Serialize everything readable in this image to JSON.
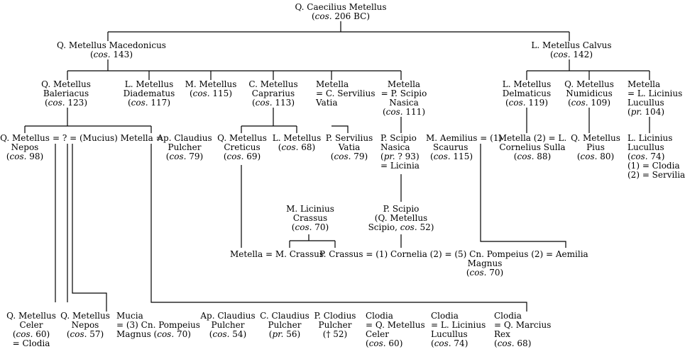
{
  "nodes": {
    "caecilius": [
      "Q. Caecilius Metellus",
      "(cos. 206 BC)"
    ],
    "macedonicus": [
      "Q. Metellus Macedonicus",
      "(cos. 143)"
    ],
    "calvus": [
      "L. Metellus Calvus",
      "(cos. 142)"
    ],
    "baleriacus": [
      "Q. Metellus",
      "Baleriacus",
      "(cos. 123)"
    ],
    "diadematus": [
      "L. Metellus",
      "Diadematus",
      "(cos. 117)"
    ],
    "m_metellus": [
      "M. Metellus",
      "(cos. 115)"
    ],
    "caprarius": [
      "C. Metellus",
      "Caprarius",
      "(cos. 113)"
    ],
    "metella_vatia": [
      "Metella",
      "= C. Servilius",
      "Vatia"
    ],
    "metella_nasica": [
      "Metella",
      "= P. Scipio",
      "Nasica",
      "(cos. 111)"
    ],
    "delmaticus": [
      "L. Metellus",
      "Delmaticus",
      "(cos. 119)"
    ],
    "numidicus": [
      "Q. Metellus",
      "Numidicus",
      "(cos. 109)"
    ],
    "metella_lucullus": [
      "Metella",
      "= L. Licinius",
      "Lucullus",
      "(pr. 104)"
    ],
    "nepos98": [
      "Q. Metellus",
      "Nepos",
      "(cos. 98)"
    ],
    "marriage_mucius": [
      "= ? = (Mucius) Metella ="
    ],
    "ap_claudius79": [
      "Ap. Claudius",
      "Pulcher",
      "(cos. 79)"
    ],
    "creticus": [
      "Q. Metellus",
      "Creticus",
      "(cos. 69)"
    ],
    "l_metellus68": [
      "L. Metellus",
      "(cos. 68)"
    ],
    "servilius_vatia": [
      "P. Servilius",
      "Vatia",
      "(cos. 79)"
    ],
    "scipio_nasica93": [
      "P. Scipio",
      "Nasica",
      "(pr. ? 93)",
      "= Licinia"
    ],
    "scaurus": [
      "M. Aemilius = (1)",
      "Scaurus",
      "(cos. 115)"
    ],
    "metella_sulla": [
      "Metella (2) = L.",
      "Cornelius Sulla",
      "(cos. 88)"
    ],
    "pius": [
      "Q. Metellus",
      "Pius",
      "(cos. 80)"
    ],
    "lucullus74": [
      "L. Licinius",
      "Lucullus",
      "(cos. 74)",
      "(1) = Clodia",
      "(2) = Servilia"
    ],
    "crassus70": [
      "M. Licinius",
      "Crassus",
      "(cos. 70)"
    ],
    "scipio52": [
      "P. Scipio",
      "(Q. Metellus",
      "Scipio, cos. 52)"
    ],
    "metella_crassus": [
      "Metella = M. Crassus"
    ],
    "p_crassus_row": [
      "P. Crassus = (1) Cornelia (2) = (5) Cn. Pompeius (2) = Aemilia"
    ],
    "pompeius_magnus": [
      "Magnus",
      "(cos. 70)"
    ],
    "celer": [
      "Q. Metellus",
      "Celer",
      "(cos. 60)",
      "= Clodia"
    ],
    "nepos57": [
      "Q. Metellus",
      "Nepos",
      "(cos. 57)"
    ],
    "mucia": [
      "Mucia",
      "= (3) Cn. Pompeius",
      "Magnus (cos. 70)"
    ],
    "ap_claudius54": [
      "Ap. Claudius",
      "Pulcher",
      "(cos. 54)"
    ],
    "c_claudius": [
      "C. Claudius",
      "Pulcher",
      "(pr. 56)"
    ],
    "clodius": [
      "P. Clodius",
      "Pulcher",
      "(† 52)"
    ],
    "clodia_celer": [
      "Clodia",
      "= Q. Metellus",
      "Celer",
      "(cos. 60)"
    ],
    "clodia_lucullus": [
      "Clodia",
      "= L. Licinius",
      "Lucullus",
      "(cos. 74)"
    ],
    "clodia_rex": [
      "Clodia",
      "= Q. Marcius",
      "Rex",
      "(cos. 68)"
    ]
  }
}
